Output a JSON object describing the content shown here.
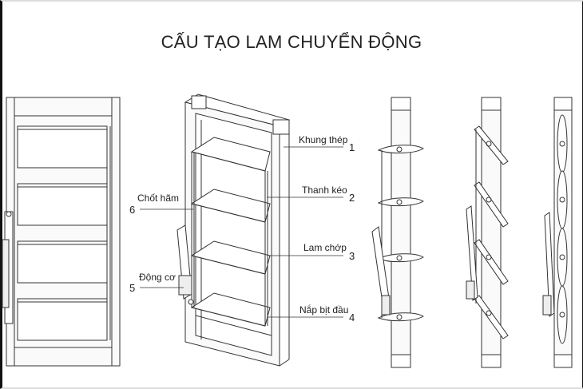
{
  "title": "CẤU TẠO LAM CHUYỂN ĐỘNG",
  "callouts_right": [
    {
      "number": "1",
      "label": "Khung thép"
    },
    {
      "number": "2",
      "label": "Thanh kéo"
    },
    {
      "number": "3",
      "label": "Lam chớp"
    },
    {
      "number": "4",
      "label": "Nắp bịt đầu"
    }
  ],
  "callouts_left": [
    {
      "number": "6",
      "label": "Chốt hãm"
    },
    {
      "number": "5",
      "label": "Động cơ"
    }
  ]
}
